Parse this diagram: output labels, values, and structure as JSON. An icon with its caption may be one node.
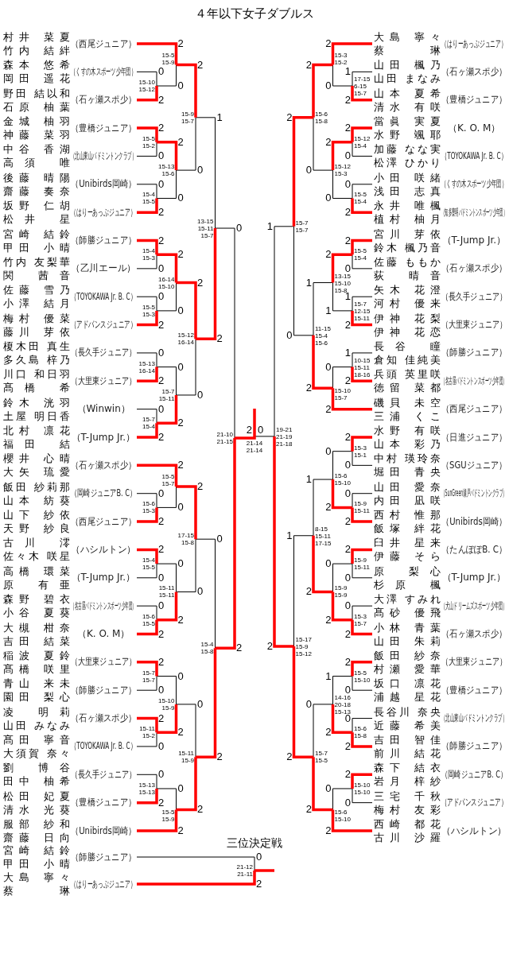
{
  "diagram": {
    "title": "４年以下女子ダブルス",
    "nodes": [
      {
        "text": [
          "村井 菜夏",
          "竹内 結絆",
          "（西尾ジュニア）"
        ]
      },
      {
        "text": [
          "森本 悠希",
          "岡田 遥花",
          "（くすの木スポーツ少年団）"
        ]
      },
      {
        "text": [
          "野田 結以和",
          "石原 柚葉",
          "（石ヶ瀬スポ少）"
        ]
      },
      {
        "text": [
          "金城 柚羽",
          "神藤 菜羽",
          "（豊橋ジュニア）"
        ]
      },
      {
        "text": [
          "中谷 香湖",
          "高須 唯",
          "（北山東山バドミントンクラブ）"
        ]
      },
      {
        "text": [
          "後藤 晴陽",
          "齋藤 奏奈",
          "（Unibirds岡崎）"
        ]
      },
      {
        "text": [
          "坂野 仁胡",
          "松井 星",
          "（はりーあっぷジュニア）"
        ]
      },
      {
        "text": [
          "宮崎 結鈴",
          "甲田 小晴",
          "（師勝ジュニア）"
        ]
      },
      {
        "text": [
          "竹内 友梨華",
          "関 茜音",
          "（乙川エール）"
        ]
      },
      {
        "text": [
          "佐藤 雪乃",
          "小澤 結月",
          "（TOYOKAWA Jr. B. C）"
        ]
      },
      {
        "text": [
          "梅村 優菜",
          "藤川 芽依",
          "（アドバンスジュニア）"
        ]
      },
      {
        "text": [
          "榎木田 真生",
          "多久島 梓乃",
          "（長久手ジュニア）"
        ]
      },
      {
        "text": [
          "川口 和日羽",
          "髙橋 希",
          "（大里東ジュニア）"
        ]
      },
      {
        "text": [
          "鈴木 洸羽",
          "土屋 明日香",
          "（Winwin）"
        ]
      },
      {
        "text": [
          "北村 凛花",
          "福田 結",
          "（T-Jump Jr.）"
        ]
      },
      {
        "text": [
          "櫻井 心晴",
          "大矢 琉愛",
          "（石ヶ瀬スポ少）"
        ]
      },
      {
        "text": [
          "飯田 紗莉那",
          "山本 紡葵",
          "（岡崎ジュニアB. C）"
        ]
      },
      {
        "text": [
          "山下 紗依",
          "天野 紗良",
          "（西尾ジュニア）"
        ]
      },
      {
        "text": [
          "古川 澪",
          "佐々木 咲星",
          "（ハシルトン）"
        ]
      },
      {
        "text": [
          "高橋 環菜",
          "原 有亜",
          "（T-Jump Jr.）"
        ]
      },
      {
        "text": [
          "森野 碧衣",
          "小谷 夏葵",
          "（名古屋バドミントンスポーツ少年団）"
        ]
      },
      {
        "text": [
          "大槻 柑奈",
          "吉田 結菜",
          "（K. O. M）"
        ]
      },
      {
        "text": [
          "稲波 夏鈴",
          "髙橋 咲里",
          "（大里東ジュニア）"
        ]
      },
      {
        "text": [
          "青山 来未",
          "園田 梨心",
          "（師勝ジュニア）"
        ]
      },
      {
        "text": [
          "凌 明莉",
          "山田 みなみ",
          "（石ヶ瀬スポ少）"
        ]
      },
      {
        "text": [
          "髙田 寧音",
          "大須賀 奈々",
          "（TOYOKAWA Jr. B. C）"
        ]
      },
      {
        "text": [
          "劉 博谷",
          "田中 柚希",
          "（長久手ジュニア）"
        ]
      },
      {
        "text": [
          "松田 妃夏",
          "清水 光葵",
          "（豊橋ジュニア）"
        ]
      },
      {
        "text": [
          "服部 紗和",
          "齋藤 日向",
          "（Unibirds岡崎）"
        ]
      },
      {
        "text": [
          "大島 寧々",
          "蔡 琳",
          "（はりーあっぷジュニア）"
        ]
      },
      {
        "text": [
          "山田 楓乃",
          "山田 まなみ",
          "（石ヶ瀬スポ少）"
        ]
      },
      {
        "text": [
          "山本 夏希",
          "清水 有咲",
          "（豊橋ジュニア）"
        ]
      },
      {
        "text": [
          "當眞 実夏",
          "水野 颯耶",
          "（K. O. M）"
        ]
      },
      {
        "text": [
          "加藤 なな実",
          "松澤 ひかり",
          "（TOYOKAWA Jr. B. C）"
        ]
      },
      {
        "text": [
          "小田 咲緒",
          "浅田 志真",
          "（くすの木スポーツ少年団）"
        ]
      },
      {
        "text": [
          "永井 唯楓",
          "植村 柚月",
          "（知多豊明バドミントンスポーツ少年団）"
        ]
      },
      {
        "text": [
          "宮川 芽依",
          "鈴木 楓乃音",
          "（T-Jump Jr.）"
        ]
      },
      {
        "text": [
          "佐藤 ももか",
          "荻 晴音",
          "（石ヶ瀬スポ少）"
        ]
      },
      {
        "text": [
          "矢木 花澄",
          "河村 優来",
          "（長久手ジュニア）"
        ]
      },
      {
        "text": [
          "伊神 花梨",
          "伊神 花恋",
          "（大里東ジュニア）"
        ]
      },
      {
        "text": [
          "長谷 瞳",
          "倉知 佳純美",
          "（師勝ジュニア）"
        ]
      },
      {
        "text": [
          "兵頭 英里咲",
          "徳留 菜都",
          "（名古屋バドミントンスポーツ少年団）"
        ]
      },
      {
        "text": [
          "磯貝 未空",
          "三浦 くこ",
          "（西尾ジュニア）"
        ]
      },
      {
        "text": [
          "水野 有咲",
          "山本 彩乃",
          "（日進ジュニア）"
        ]
      },
      {
        "text": [
          "中村 瑛玲奈",
          "堀田 青央",
          "（SGUジュニア）"
        ]
      },
      {
        "text": [
          "山田 愛奈",
          "内田 凪咲",
          "（SunGreen瀬戸バドミントンクラブ）"
        ]
      },
      {
        "text": [
          "西村 惟那",
          "飯塚 絆花",
          "（Unibirds岡崎）"
        ]
      },
      {
        "text": [
          "臼井 星来",
          "伊藤 そら",
          "（たんぽぽB. C）"
        ]
      },
      {
        "text": [
          "原 梨心",
          "杉原 楓",
          "（T-Jump Jr.）"
        ]
      },
      {
        "text": [
          "大澤 すみれ",
          "髙砂 優飛",
          "（犬山ドリームズスポーツ少年団）"
        ]
      },
      {
        "text": [
          "小林 青葉",
          "山田 朱莉",
          "（石ヶ瀬スポ少）"
        ]
      },
      {
        "text": [
          "飯田 紗奈",
          "村瀬 愛華",
          "（大里東ジュニア）"
        ]
      },
      {
        "text": [
          "坂口 凛花",
          "浦越 星花",
          "（豊橋ジュニア）"
        ]
      },
      {
        "text": [
          "長谷川 奈央",
          "近藤 希美",
          "（北山東山バドミントンクラブ）"
        ]
      },
      {
        "text": [
          "吉田 智佳",
          "前川 結花",
          "（師勝ジュニア）"
        ]
      },
      {
        "text": [
          "森下 結衣",
          "岩月 梓紗",
          "（岡崎ジュニアB. C）"
        ]
      },
      {
        "text": [
          "三宅 千秋",
          "梅村 友彩",
          "（アドバンスジュニア）"
        ]
      },
      {
        "text": [
          "西崎 都花",
          "古川 沙羅",
          "（ハシルトン）"
        ]
      },
      {
        "text": [
          "宮崎 結鈴",
          "甲田 小晴",
          "（師勝ジュニア）"
        ]
      },
      {
        "text": [
          "大島 寧々",
          "蔡 琳",
          "（はりーあっぷジュニア）"
        ]
      },
      {
        "text": [
          "15-10 15-12"
        ]
      },
      {
        "text": [
          "15-5 15-9"
        ]
      },
      {
        "text": [
          "15-5 15-2"
        ]
      },
      {
        "text": [
          "15-4 15-5"
        ]
      },
      {
        "text": [
          "15-13 15-6"
        ]
      },
      {
        "text": [
          "15-9 15-7"
        ]
      },
      {
        "text": [
          "15-4 15-3"
        ]
      },
      {
        "text": [
          "15-5 15-3"
        ]
      },
      {
        "text": [
          "16-14 15-10"
        ]
      },
      {
        "text": [
          "15-13 16-14"
        ]
      },
      {
        "text": [
          "15-7 15-4"
        ]
      },
      {
        "text": [
          "15-7 15-11"
        ]
      },
      {
        "text": [
          "15-12 16-14"
        ]
      },
      {
        "text": [
          "13-15 15-11 15-7"
        ]
      },
      {
        "text": [
          "15-6 15-3"
        ]
      },
      {
        "text": [
          "15-5 15-7"
        ]
      },
      {
        "text": [
          "15-4 15-5"
        ]
      },
      {
        "text": [
          "15-6 15-5"
        ]
      },
      {
        "text": [
          "15-11 15-11"
        ]
      },
      {
        "text": [
          "17-15 15-8"
        ]
      },
      {
        "text": [
          "15-7 15-7"
        ]
      },
      {
        "text": [
          "15-11 15-2"
        ]
      },
      {
        "text": [
          "15-10 15-9"
        ]
      },
      {
        "text": [
          "15-13 15-13"
        ]
      },
      {
        "text": [
          "15-5 15-9"
        ]
      },
      {
        "text": [
          "15-11 15-9"
        ]
      },
      {
        "text": [
          "15-4 15-8"
        ]
      },
      {
        "text": [
          "21-10 21-15"
        ]
      },
      {
        "text": [
          "17-15 6-15 15-7"
        ]
      },
      {
        "text": [
          "15-3 15-2"
        ]
      },
      {
        "text": [
          "15-12 15-4"
        ]
      },
      {
        "text": [
          "15-5 15-4"
        ]
      },
      {
        "text": [
          "15-12 15-3"
        ]
      },
      {
        "text": [
          "15-6 15-8"
        ]
      },
      {
        "text": [
          "15-5 15-4"
        ]
      },
      {
        "text": [
          "15-7 12-15 15-11"
        ]
      },
      {
        "text": [
          "13-15 15-10 15-8"
        ]
      },
      {
        "text": [
          "10-15 15-11 18-16"
        ]
      },
      {
        "text": [
          "15-10 15-7"
        ]
      },
      {
        "text": [
          "11-15 15-4 15-6"
        ]
      },
      {
        "text": [
          "15-7 15-7"
        ]
      },
      {
        "text": [
          "15-3 15-1"
        ]
      },
      {
        "text": [
          "15-9 15-11"
        ]
      },
      {
        "text": [
          "15-6 15-10"
        ]
      },
      {
        "text": [
          "15-9 15-11"
        ]
      },
      {
        "text": [
          "15-3 15-7"
        ]
      },
      {
        "text": [
          "15-9 15-9"
        ]
      },
      {
        "text": [
          "8-15 15-11 17-15"
        ]
      },
      {
        "text": [
          "15-5 15-10"
        ]
      },
      {
        "text": [
          "15-6 15-8"
        ]
      },
      {
        "text": [
          "14-16 20-18 15-13"
        ]
      },
      {
        "text": [
          "15-10 15-10"
        ]
      },
      {
        "text": [
          "15-6 15-10"
        ]
      },
      {
        "text": [
          "15-7 15-5"
        ]
      },
      {
        "text": [
          "15-17 15-9 15-12"
        ]
      },
      {
        "text": [
          "19-21 21-19 21-18"
        ]
      },
      {
        "text": [
          "21-14 21-14"
        ]
      },
      {
        "text": [
          "21-12 21-11"
        ]
      }
    ],
    "edges": [
      {
        "from": 1,
        "to": 60,
        "arrow": "none",
        "label": "0",
        "color": "#000000"
      },
      {
        "from": 2,
        "to": 60,
        "arrow": "none",
        "label": "2",
        "style": "thick",
        "color": "#ff0000"
      },
      {
        "from": 0,
        "to": 61,
        "arrow": "none",
        "label": "2",
        "style": "thick",
        "color": "#ff0000"
      },
      {
        "from": 60,
        "to": 61,
        "arrow": "none",
        "label": "0",
        "color": "#000000"
      },
      {
        "from": 3,
        "to": 62,
        "arrow": "none",
        "label": "2",
        "style": "thick",
        "color": "#ff0000"
      },
      {
        "from": 4,
        "to": 62,
        "arrow": "none",
        "label": "0",
        "color": "#000000"
      },
      {
        "from": 5,
        "to": 63,
        "arrow": "none",
        "label": "0",
        "color": "#000000"
      },
      {
        "from": 6,
        "to": 63,
        "arrow": "none",
        "label": "2",
        "style": "thick",
        "color": "#ff0000"
      },
      {
        "from": 62,
        "to": 64,
        "arrow": "none",
        "label": "2",
        "style": "thick",
        "color": "#ff0000"
      },
      {
        "from": 63,
        "to": 64,
        "arrow": "none",
        "label": "0",
        "color": "#000000"
      },
      {
        "from": 61,
        "to": 65,
        "arrow": "none",
        "label": "2",
        "style": "thick",
        "color": "#ff0000"
      },
      {
        "from": 64,
        "to": 65,
        "arrow": "none",
        "label": "0",
        "color": "#000000"
      },
      {
        "from": 7,
        "to": 66,
        "arrow": "none",
        "label": "2",
        "style": "thick",
        "color": "#ff0000"
      },
      {
        "from": 8,
        "to": 66,
        "arrow": "none",
        "label": "0",
        "color": "#000000"
      },
      {
        "from": 9,
        "to": 67,
        "arrow": "none",
        "label": "0",
        "color": "#000000"
      },
      {
        "from": 10,
        "to": 67,
        "arrow": "none",
        "label": "2",
        "style": "thick",
        "color": "#ff0000"
      },
      {
        "from": 66,
        "to": 68,
        "arrow": "none",
        "label": "2",
        "style": "thick",
        "color": "#ff0000"
      },
      {
        "from": 67,
        "to": 68,
        "arrow": "none",
        "label": "0",
        "color": "#000000"
      },
      {
        "from": 11,
        "to": 69,
        "arrow": "none",
        "label": "0",
        "color": "#000000"
      },
      {
        "from": 12,
        "to": 69,
        "arrow": "none",
        "label": "2",
        "style": "thick",
        "color": "#ff0000"
      },
      {
        "from": 13,
        "to": 70,
        "arrow": "none",
        "label": "0",
        "color": "#000000"
      },
      {
        "from": 14,
        "to": 70,
        "arrow": "none",
        "label": "2",
        "style": "thick",
        "color": "#ff0000"
      },
      {
        "from": 69,
        "to": 71,
        "arrow": "none",
        "label": "0",
        "color": "#000000"
      },
      {
        "from": 70,
        "to": 71,
        "arrow": "none",
        "label": "2",
        "style": "thick",
        "color": "#ff0000"
      },
      {
        "from": 68,
        "to": 72,
        "arrow": "none",
        "label": "2",
        "style": "thick",
        "color": "#ff0000"
      },
      {
        "from": 71,
        "to": 72,
        "arrow": "none",
        "label": "0",
        "color": "#000000"
      },
      {
        "from": 65,
        "to": 73,
        "arrow": "none",
        "label": "1",
        "color": "#000000"
      },
      {
        "from": 72,
        "to": 73,
        "arrow": "none",
        "label": "2",
        "style": "thick",
        "color": "#ff0000"
      },
      {
        "from": 16,
        "to": 74,
        "arrow": "none",
        "label": "0",
        "color": "#000000"
      },
      {
        "from": 17,
        "to": 74,
        "arrow": "none",
        "label": "2",
        "style": "thick",
        "color": "#ff0000"
      },
      {
        "from": 15,
        "to": 75,
        "arrow": "none",
        "label": "2",
        "style": "thick",
        "color": "#ff0000"
      },
      {
        "from": 74,
        "to": 75,
        "arrow": "none",
        "label": "0",
        "color": "#000000"
      },
      {
        "from": 18,
        "to": 76,
        "arrow": "none",
        "label": "2",
        "style": "thick",
        "color": "#ff0000"
      },
      {
        "from": 19,
        "to": 76,
        "arrow": "none",
        "label": "0",
        "color": "#000000"
      },
      {
        "from": 20,
        "to": 77,
        "arrow": "none",
        "label": "0",
        "color": "#000000"
      },
      {
        "from": 21,
        "to": 77,
        "arrow": "none",
        "label": "2",
        "style": "thick",
        "color": "#ff0000"
      },
      {
        "from": 76,
        "to": 78,
        "arrow": "none",
        "label": "0",
        "color": "#000000"
      },
      {
        "from": 77,
        "to": 78,
        "arrow": "none",
        "label": "2",
        "style": "thick",
        "color": "#ff0000"
      },
      {
        "from": 75,
        "to": 79,
        "arrow": "none",
        "label": "2",
        "style": "thick",
        "color": "#ff0000"
      },
      {
        "from": 78,
        "to": 79,
        "arrow": "none",
        "label": "0",
        "color": "#000000"
      },
      {
        "from": 22,
        "to": 80,
        "arrow": "none",
        "label": "2",
        "style": "thick",
        "color": "#ff0000"
      },
      {
        "from": 23,
        "to": 80,
        "arrow": "none",
        "label": "0",
        "color": "#000000"
      },
      {
        "from": 24,
        "to": 81,
        "arrow": "none",
        "label": "2",
        "style": "thick",
        "color": "#ff0000"
      },
      {
        "from": 25,
        "to": 81,
        "arrow": "none",
        "label": "0",
        "color": "#000000"
      },
      {
        "from": 80,
        "to": 82,
        "arrow": "none",
        "label": "0",
        "color": "#000000"
      },
      {
        "from": 81,
        "to": 82,
        "arrow": "none",
        "label": "2",
        "style": "thick",
        "color": "#ff0000"
      },
      {
        "from": 26,
        "to": 83,
        "arrow": "none",
        "label": "0",
        "color": "#000000"
      },
      {
        "from": 27,
        "to": 83,
        "arrow": "none",
        "label": "2",
        "style": "thick",
        "color": "#ff0000"
      },
      {
        "from": 83,
        "to": 84,
        "arrow": "none",
        "label": "0",
        "color": "#000000"
      },
      {
        "from": 28,
        "to": 84,
        "arrow": "none",
        "label": "2",
        "style": "thick",
        "color": "#ff0000"
      },
      {
        "from": 82,
        "to": 85,
        "arrow": "none",
        "label": "0",
        "color": "#000000"
      },
      {
        "from": 84,
        "to": 85,
        "arrow": "none",
        "label": "2",
        "style": "thick",
        "color": "#ff0000"
      },
      {
        "from": 79,
        "to": 86,
        "arrow": "none",
        "label": "0",
        "color": "#000000"
      },
      {
        "from": 85,
        "to": 86,
        "arrow": "none",
        "label": "2",
        "style": "thick",
        "color": "#ff0000"
      },
      {
        "from": 73,
        "to": 87,
        "arrow": "none",
        "label": "0",
        "color": "#000000"
      },
      {
        "from": 86,
        "to": 87,
        "arrow": "none",
        "label": "2",
        "style": "thick",
        "color": "#ff0000"
      },
      {
        "from": 30,
        "to": 88,
        "arrow": "none",
        "label": "1",
        "color": "#000000"
      },
      {
        "from": 31,
        "to": 88,
        "arrow": "none",
        "label": "2",
        "style": "thick",
        "color": "#ff0000"
      },
      {
        "from": 29,
        "to": 89,
        "arrow": "none",
        "label": "2",
        "style": "thick",
        "color": "#ff0000"
      },
      {
        "from": 88,
        "to": 89,
        "arrow": "none",
        "label": "0",
        "color": "#000000"
      },
      {
        "from": 32,
        "to": 90,
        "arrow": "none",
        "label": "2",
        "style": "thick",
        "color": "#ff0000"
      },
      {
        "from": 33,
        "to": 90,
        "arrow": "none",
        "label": "0",
        "color": "#000000"
      },
      {
        "from": 34,
        "to": 91,
        "arrow": "none",
        "label": "0",
        "color": "#000000"
      },
      {
        "from": 35,
        "to": 91,
        "arrow": "none",
        "label": "2",
        "style": "thick",
        "color": "#ff0000"
      },
      {
        "from": 90,
        "to": 92,
        "arrow": "none",
        "label": "2",
        "style": "thick",
        "color": "#ff0000"
      },
      {
        "from": 91,
        "to": 92,
        "arrow": "none",
        "label": "0",
        "color": "#000000"
      },
      {
        "from": 89,
        "to": 93,
        "arrow": "none",
        "label": "2",
        "style": "thick",
        "color": "#ff0000"
      },
      {
        "from": 92,
        "to": 93,
        "arrow": "none",
        "label": "0",
        "color": "#000000"
      },
      {
        "from": 36,
        "to": 94,
        "arrow": "none",
        "label": "2",
        "style": "thick",
        "color": "#ff0000"
      },
      {
        "from": 37,
        "to": 94,
        "arrow": "none",
        "label": "0",
        "color": "#000000"
      },
      {
        "from": 38,
        "to": 95,
        "arrow": "none",
        "label": "1",
        "color": "#000000"
      },
      {
        "from": 39,
        "to": 95,
        "arrow": "none",
        "label": "2",
        "style": "thick",
        "color": "#ff0000"
      },
      {
        "from": 94,
        "to": 96,
        "arrow": "none",
        "label": "2",
        "style": "thick",
        "color": "#ff0000"
      },
      {
        "from": 95,
        "to": 96,
        "arrow": "none",
        "label": "1",
        "color": "#000000"
      },
      {
        "from": 40,
        "to": 97,
        "arrow": "none",
        "label": "1",
        "color": "#000000"
      },
      {
        "from": 41,
        "to": 97,
        "arrow": "none",
        "label": "2",
        "style": "thick",
        "color": "#ff0000"
      },
      {
        "from": 97,
        "to": 98,
        "arrow": "none",
        "label": "0",
        "color": "#000000"
      },
      {
        "from": 42,
        "to": 98,
        "arrow": "none",
        "label": "2",
        "style": "thick",
        "color": "#ff0000"
      },
      {
        "from": 96,
        "to": 99,
        "arrow": "none",
        "label": "1",
        "color": "#000000"
      },
      {
        "from": 98,
        "to": 99,
        "arrow": "none",
        "label": "2",
        "style": "thick",
        "color": "#ff0000"
      },
      {
        "from": 93,
        "to": 100,
        "arrow": "none",
        "label": "2",
        "style": "thick",
        "color": "#ff0000"
      },
      {
        "from": 99,
        "to": 100,
        "arrow": "none",
        "label": "0",
        "color": "#000000"
      },
      {
        "from": 43,
        "to": 101,
        "arrow": "none",
        "label": "2",
        "style": "thick",
        "color": "#ff0000"
      },
      {
        "from": 44,
        "to": 101,
        "arrow": "none",
        "label": "0",
        "color": "#000000"
      },
      {
        "from": 45,
        "to": 102,
        "arrow": "none",
        "label": "0",
        "color": "#000000"
      },
      {
        "from": 46,
        "to": 102,
        "arrow": "none",
        "label": "2",
        "style": "thick",
        "color": "#ff0000"
      },
      {
        "from": 101,
        "to": 103,
        "arrow": "none",
        "label": "0",
        "color": "#000000"
      },
      {
        "from": 102,
        "to": 103,
        "arrow": "none",
        "label": "2",
        "style": "thick",
        "color": "#ff0000"
      },
      {
        "from": 47,
        "to": 104,
        "arrow": "none",
        "label": "2",
        "style": "thick",
        "color": "#ff0000"
      },
      {
        "from": 48,
        "to": 104,
        "arrow": "none",
        "label": "0",
        "color": "#000000"
      },
      {
        "from": 49,
        "to": 105,
        "arrow": "none",
        "label": "0",
        "color": "#000000"
      },
      {
        "from": 50,
        "to": 105,
        "arrow": "none",
        "label": "2",
        "style": "thick",
        "color": "#ff0000"
      },
      {
        "from": 104,
        "to": 106,
        "arrow": "none",
        "label": "0",
        "color": "#000000"
      },
      {
        "from": 105,
        "to": 106,
        "arrow": "none",
        "label": "2",
        "style": "thick",
        "color": "#ff0000"
      },
      {
        "from": 103,
        "to": 107,
        "arrow": "none",
        "label": "1",
        "color": "#000000"
      },
      {
        "from": 106,
        "to": 107,
        "arrow": "none",
        "label": "2",
        "style": "thick",
        "color": "#ff0000"
      },
      {
        "from": 51,
        "to": 108,
        "arrow": "none",
        "label": "2",
        "style": "thick",
        "color": "#ff0000"
      },
      {
        "from": 52,
        "to": 108,
        "arrow": "none",
        "label": "0",
        "color": "#000000"
      },
      {
        "from": 53,
        "to": 109,
        "arrow": "none",
        "label": "0",
        "color": "#000000"
      },
      {
        "from": 54,
        "to": 109,
        "arrow": "none",
        "label": "2",
        "style": "thick",
        "color": "#ff0000"
      },
      {
        "from": 108,
        "to": 110,
        "arrow": "none",
        "label": "1",
        "color": "#000000"
      },
      {
        "from": 109,
        "to": 110,
        "arrow": "none",
        "label": "2",
        "style": "thick",
        "color": "#ff0000"
      },
      {
        "from": 55,
        "to": 111,
        "arrow": "none",
        "label": "2",
        "style": "thick",
        "color": "#ff0000"
      },
      {
        "from": 56,
        "to": 111,
        "arrow": "none",
        "label": "0",
        "color": "#000000"
      },
      {
        "from": 111,
        "to": 112,
        "arrow": "none",
        "label": "0",
        "color": "#000000"
      },
      {
        "from": 57,
        "to": 112,
        "arrow": "none",
        "label": "2",
        "style": "thick",
        "color": "#ff0000"
      },
      {
        "from": 110,
        "to": 113,
        "arrow": "none",
        "label": "0",
        "color": "#000000"
      },
      {
        "from": 112,
        "to": 113,
        "arrow": "none",
        "label": "2",
        "style": "thick",
        "color": "#ff0000"
      },
      {
        "from": 107,
        "to": 114,
        "arrow": "none",
        "label": "1",
        "color": "#000000"
      },
      {
        "from": 113,
        "to": 114,
        "arrow": "none",
        "label": "2",
        "style": "thick",
        "color": "#ff0000"
      },
      {
        "from": 100,
        "to": 115,
        "arrow": "none",
        "label": "1",
        "color": "#000000"
      },
      {
        "from": 114,
        "to": 115,
        "arrow": "none",
        "label": "2",
        "style": "thick",
        "color": "#ff0000"
      },
      {
        "from": 87,
        "to": 116,
        "arrow": "none",
        "label": "2",
        "style": "thick",
        "color": "#ff0000"
      },
      {
        "from": 115,
        "to": 116,
        "arrow": "none",
        "label": "0",
        "color": "#000000"
      },
      {
        "from": 58,
        "to": 117,
        "arrow": "none",
        "label": "0",
        "color": "#000000"
      },
      {
        "from": 59,
        "to": 117,
        "arrow": "none",
        "label": "2",
        "style": "thick",
        "color": "#ff0000"
      }
    ],
    "labels": [
      "三位決定戦"
    ]
  }
}
